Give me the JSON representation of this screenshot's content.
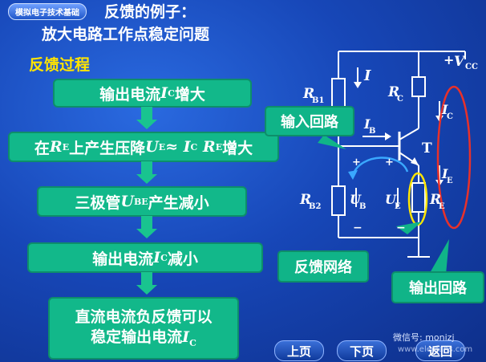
{
  "badge": "模拟电子技术基础",
  "title_line1": "反馈的例子：",
  "title_line2": "放大电路工作点稳定问题",
  "section": "反馈过程",
  "flow": {
    "step1": {
      "pre": "输出电流",
      "var": "I",
      "sub": "C",
      "post": "增大"
    },
    "step2": {
      "pre": "在",
      "v1": "R",
      "s1": "E",
      "mid": "上产生压降",
      "v2": "U",
      "s2": "E",
      "approx": "≈",
      "v3": "I",
      "s3": "C",
      "v4": "R",
      "s4": "E",
      "post": "增大"
    },
    "step3": {
      "pre": "三极管",
      "var": "U",
      "sub": "BE",
      "post": "产生减小"
    },
    "step4": {
      "pre": "输出电流",
      "var": "I",
      "sub": "C",
      "post": "减小"
    },
    "step5": {
      "line1": "直流电流负反馈可以",
      "line2_pre": "稳定输出电流",
      "var": "I",
      "sub": "C"
    }
  },
  "circuit": {
    "vcc_plus": "+",
    "vcc": "V",
    "vcc_sub": "CC",
    "I": "I",
    "RB1": "R",
    "RB1_sub": "B1",
    "RC": "R",
    "RC_sub": "C",
    "IB": "I",
    "IB_sub": "B",
    "IC": "I",
    "IC_sub": "C",
    "T": "T",
    "IE": "I",
    "IE_sub": "E",
    "RB2": "R",
    "RB2_sub": "B2",
    "UB": "U",
    "UB_sub": "B",
    "UE": "U",
    "UE_sub": "E",
    "RE": "R",
    "RE_sub": "E",
    "plus": "+",
    "minus": "−"
  },
  "callouts": {
    "input_loop": "输入回路",
    "feedback_net": "反馈网络",
    "output_loop": "输出回路"
  },
  "nav": {
    "prev": "上页",
    "next": "下页",
    "back": "返回"
  },
  "watermark": {
    "wechat": "微信号: monizj",
    "url": "www.elecfans.com"
  }
}
